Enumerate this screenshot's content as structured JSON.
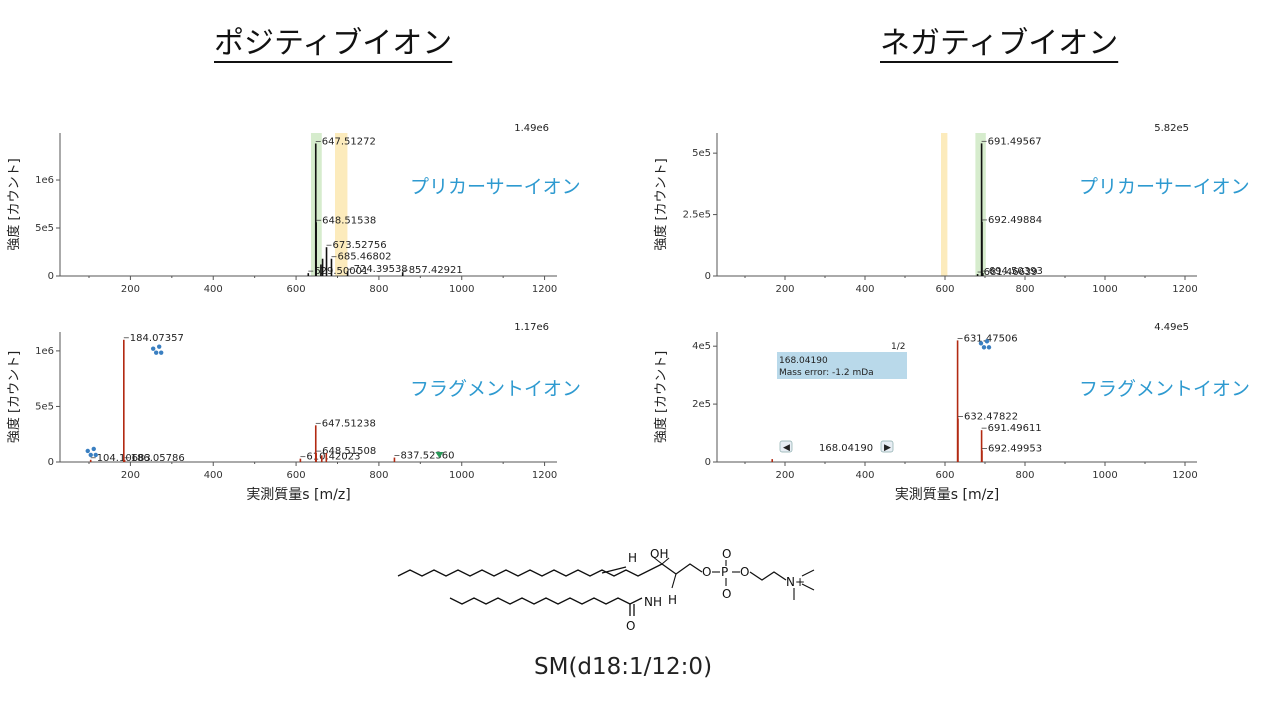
{
  "headings": {
    "positive": "ポジティブイオン",
    "negative": "ネガティブイオン"
  },
  "compound_name": "SM(d18:1/12:0)",
  "structure_atoms": [
    "H",
    "OH",
    "O",
    "P",
    "O",
    "O",
    "O",
    "N+",
    "NH",
    "H",
    "O"
  ],
  "colors": {
    "precursor_peak": "#111111",
    "fragment_peak": "#b22a12",
    "highlight_green": "#cfe9c4",
    "highlight_yellow": "#fbe8b0",
    "overlay_text": "#2e9ad0",
    "tooltip_bg": "#b9d9ea",
    "marker_green": "#2a9a5a"
  },
  "chart_data": [
    {
      "id": "pos-precursor",
      "type": "bar",
      "overlay_label": "プリカーサーイオン",
      "ylabel": "強度 [カウント]",
      "xlabel": "",
      "xlim": [
        30,
        1230
      ],
      "ylim": [
        0,
        1490000
      ],
      "x_ticks": [
        200,
        400,
        600,
        800,
        1000,
        1200
      ],
      "x_tick_labels": [
        "200",
        "400",
        "600",
        "800",
        "1000",
        "1200"
      ],
      "y_ticks": [
        0,
        500000,
        1000000
      ],
      "y_tick_labels": [
        "0",
        "5e5",
        "1e6"
      ],
      "max_intensity_label": "1.49e6",
      "peak_color": "precursor",
      "highlight_bands": [
        {
          "x0": 636,
          "x1": 662,
          "color": "green"
        },
        {
          "x0": 694,
          "x1": 724,
          "color": "yellow"
        }
      ],
      "peaks": [
        {
          "x": 629.50001,
          "y": 30000,
          "label": "629.50001"
        },
        {
          "x": 647.51272,
          "y": 1380000,
          "label": "647.51272"
        },
        {
          "x": 648.51538,
          "y": 560000,
          "label": "648.51538"
        },
        {
          "x": 660,
          "y": 120000,
          "label": ""
        },
        {
          "x": 664,
          "y": 180000,
          "label": ""
        },
        {
          "x": 673.52756,
          "y": 300000,
          "label": "673.52756"
        },
        {
          "x": 685.46802,
          "y": 180000,
          "label": "685.46802"
        },
        {
          "x": 724.39538,
          "y": 50000,
          "label": "724.39538"
        },
        {
          "x": 857.42921,
          "y": 40000,
          "label": "857.42921"
        }
      ]
    },
    {
      "id": "neg-precursor",
      "type": "bar",
      "overlay_label": "プリカーサーイオン",
      "ylabel": "強度 [カウント]",
      "xlabel": "",
      "xlim": [
        30,
        1230
      ],
      "ylim": [
        0,
        582000
      ],
      "x_ticks": [
        200,
        400,
        600,
        800,
        1000,
        1200
      ],
      "x_tick_labels": [
        "200",
        "400",
        "600",
        "800",
        "1000",
        "1200"
      ],
      "y_ticks": [
        0,
        250000,
        500000
      ],
      "y_tick_labels": [
        "0",
        "2.5e5",
        "5e5"
      ],
      "max_intensity_label": "5.82e5",
      "peak_color": "precursor",
      "highlight_bands": [
        {
          "x0": 676,
          "x1": 702,
          "color": "green"
        },
        {
          "x0": 590,
          "x1": 606,
          "color": "yellow"
        }
      ],
      "peaks": [
        {
          "x": 681.46639,
          "y": 8000,
          "label": "681.46639"
        },
        {
          "x": 691.49567,
          "y": 540000,
          "label": "691.49567"
        },
        {
          "x": 692.49884,
          "y": 220000,
          "label": "692.49884"
        },
        {
          "x": 694.50393,
          "y": 12000,
          "label": "694.50393"
        }
      ]
    },
    {
      "id": "pos-fragment",
      "type": "bar",
      "overlay_label": "フラグメントイオン",
      "ylabel": "強度 [カウント]",
      "xlabel": "実測質量s [m/z]",
      "xlim": [
        30,
        1230
      ],
      "ylim": [
        0,
        1170000
      ],
      "x_ticks": [
        200,
        400,
        600,
        800,
        1000,
        1200
      ],
      "x_tick_labels": [
        "200",
        "400",
        "600",
        "800",
        "1000",
        "1200"
      ],
      "y_ticks": [
        0,
        500000,
        1000000
      ],
      "y_tick_labels": [
        "0",
        "5e5",
        "1e6"
      ],
      "max_intensity_label": "1.17e6",
      "peak_color": "fragment",
      "highlight_bands": [],
      "molecule_markers": [
        {
          "x": 255,
          "y": 1020000
        },
        {
          "x": 97,
          "y": 100000
        }
      ],
      "triangle_markers": [
        {
          "x": 946
        }
      ],
      "peaks": [
        {
          "x": 104.10683,
          "y": 20000,
          "label": "104.10683"
        },
        {
          "x": 184.07357,
          "y": 1100000,
          "label": "184.07357"
        },
        {
          "x": 186.05786,
          "y": 20000,
          "label": "186.05786"
        },
        {
          "x": 610.42023,
          "y": 30000,
          "label": "610.42023"
        },
        {
          "x": 647.51238,
          "y": 330000,
          "label": "647.51238"
        },
        {
          "x": 648.51508,
          "y": 80000,
          "label": "648.51508"
        },
        {
          "x": 662,
          "y": 60000,
          "label": ""
        },
        {
          "x": 673,
          "y": 80000,
          "label": ""
        },
        {
          "x": 837.5236,
          "y": 40000,
          "label": "837.52360"
        }
      ]
    },
    {
      "id": "neg-fragment",
      "type": "bar",
      "overlay_label": "フラグメントイオン",
      "ylabel": "強度 [カウント]",
      "xlabel": "実測質量s [m/z]",
      "xlim": [
        30,
        1230
      ],
      "ylim": [
        0,
        449000
      ],
      "x_ticks": [
        200,
        400,
        600,
        800,
        1000,
        1200
      ],
      "x_tick_labels": [
        "200",
        "400",
        "600",
        "800",
        "1000",
        "1200"
      ],
      "y_ticks": [
        0,
        200000,
        400000
      ],
      "y_tick_labels": [
        "0",
        "2e5",
        "4e5"
      ],
      "max_intensity_label": "4.49e5",
      "peak_color": "fragment",
      "highlight_bands": [],
      "molecule_markers": [
        {
          "x": 690,
          "y": 410000
        }
      ],
      "tooltip": {
        "line1": "168.04190",
        "line2": "Mass error: -1.2 mDa",
        "page": "1/2"
      },
      "nav": {
        "prev": "◀",
        "next": "▶",
        "value": "168.04190"
      },
      "peaks": [
        {
          "x": 168.0419,
          "y": 10000,
          "label": ""
        },
        {
          "x": 631.47506,
          "y": 420000,
          "label": "631.47506"
        },
        {
          "x": 632.47822,
          "y": 150000,
          "label": "632.47822"
        },
        {
          "x": 691.49611,
          "y": 110000,
          "label": "691.49611"
        },
        {
          "x": 692.49953,
          "y": 40000,
          "label": "692.49953"
        }
      ]
    }
  ]
}
